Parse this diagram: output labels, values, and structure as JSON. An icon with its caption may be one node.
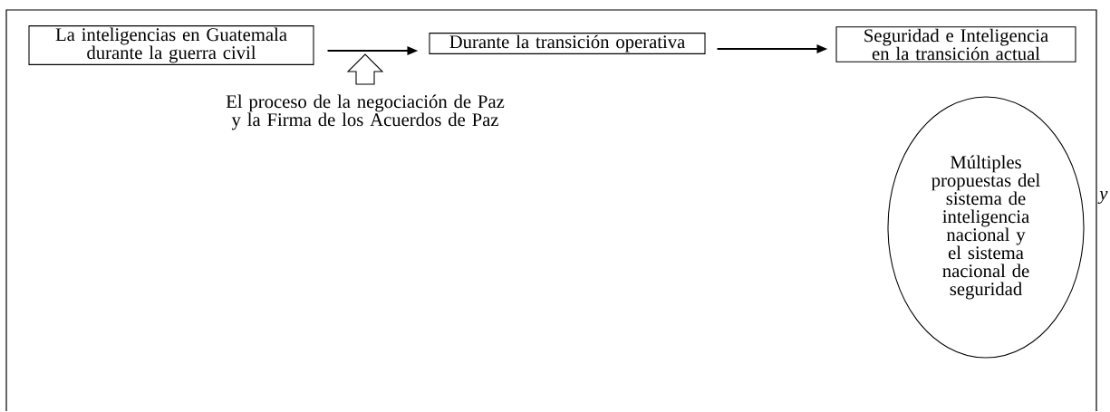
{
  "diagram": {
    "nodes": [
      {
        "text": [
          "La inteligencias en Guatemala durante la guerra civil"
        ]
      },
      {
        "text": [
          "Durante la transición operativa"
        ]
      },
      {
        "text": [
          "Seguridad e Inteligencia en la transición actual"
        ]
      },
      {
        "text": [
          "Múltiples propuestas del sistema de inteligencia nacional y el sistema nacional de seguridad"
        ]
      },
      {
        "text": [
          "El proceso de la negociación de Paz y la Firma de los Acuerdos de Paz"
        ]
      }
    ],
    "edges": [
      {
        "from": 0,
        "to": 1,
        "arrow": "to"
      },
      {
        "from": 1,
        "to": 2,
        "arrow": "to"
      },
      {
        "from": 4,
        "to": null,
        "arrow": "to"
      }
    ],
    "labels": [
      "y"
    ]
  }
}
